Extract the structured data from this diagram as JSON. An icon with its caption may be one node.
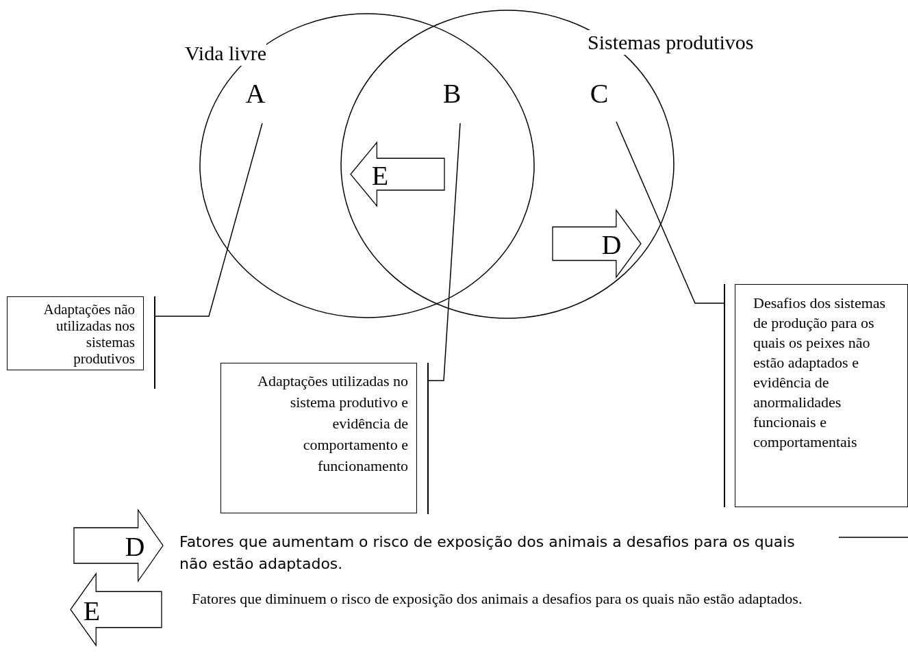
{
  "diagram": {
    "nodes": [
      {
        "text": [
          "Vida livre"
        ]
      },
      {
        "text": [
          "Sistemas produtivos"
        ]
      },
      {
        "text": [
          "A"
        ],
        "in": 0
      },
      {
        "text": [
          "B"
        ]
      },
      {
        "text": [
          "C"
        ],
        "in": 1
      },
      {
        "text": [
          "E"
        ]
      },
      {
        "text": [
          "D"
        ],
        "in": 1
      },
      {
        "text": [
          "Adaptações não utilizadas nos sistemas produtivos"
        ]
      },
      {
        "text": [
          "Adaptações utilizadas no sistema produtivo e evidência de comportamento e funcionamento"
        ]
      },
      {
        "text": [
          "Desafios dos sistemas de produção para os quais os peixes não estão adaptados e evidência de anormalidades funcionais e comportamentais"
        ]
      },
      {
        "text": [
          "D"
        ],
        "beside": [
          "Fatores que aumentam o risco de exposição dos animais a desafios para os quais não estão adaptados."
        ]
      },
      {
        "text": [
          "E"
        ],
        "beside": [
          "Fatores que diminuem o risco de exposição dos animais a desafios para os quais não estão adaptados."
        ]
      }
    ],
    "edges": [
      {
        "from": 2,
        "to": 7,
        "arrow": "none"
      },
      {
        "from": 3,
        "to": 8,
        "arrow": "none"
      },
      {
        "from": 4,
        "to": 9,
        "arrow": "none"
      }
    ]
  }
}
